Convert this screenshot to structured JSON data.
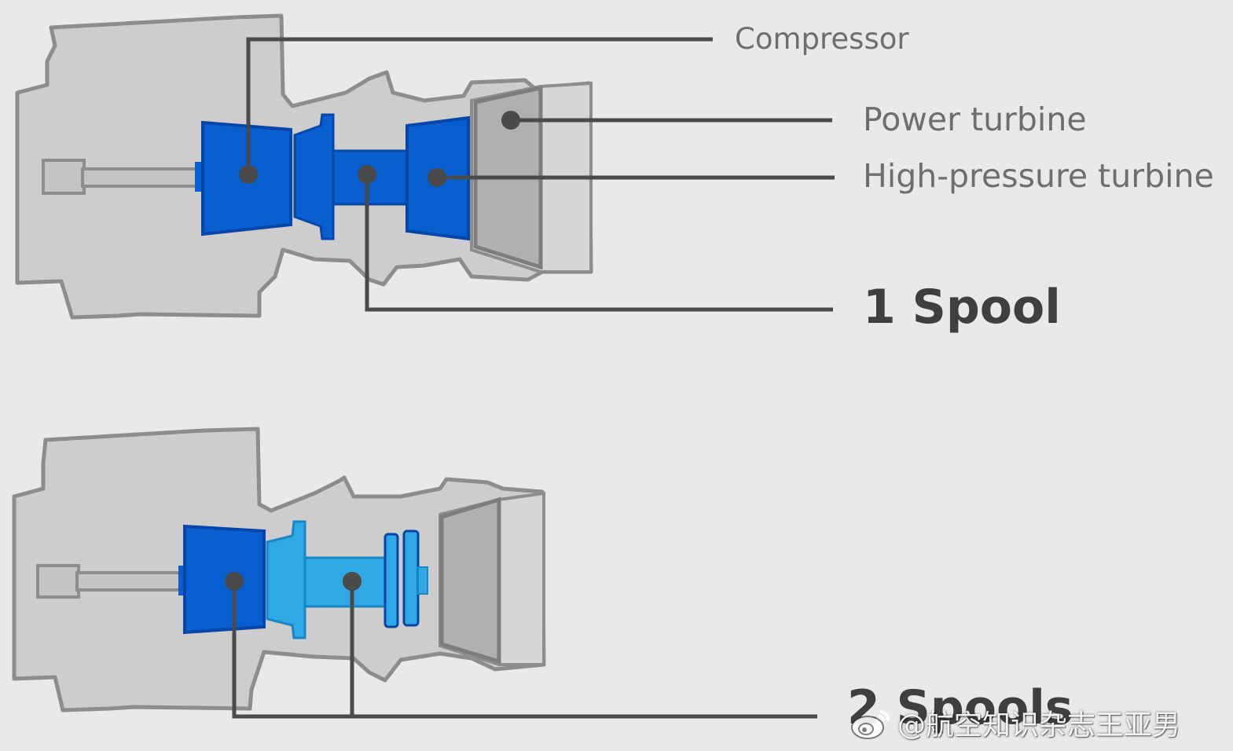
{
  "labels": {
    "compressor": "Compressor",
    "power_turbine": "Power turbine",
    "hp_turbine": "High-pressure turbine",
    "spool1": "1 Spool",
    "spool2": "2 Spools"
  },
  "watermark": {
    "text": "@航空知识杂志王亚男",
    "logo": "weibo-logo-icon"
  },
  "colors": {
    "background": "#e9e9e9",
    "casing": "#cdcdcd",
    "casing_outline": "#8d8d8d",
    "spool_dark_blue": "#0a5fd0",
    "spool_light_blue": "#2fa8e6",
    "leader_line": "#4a4a4a",
    "label_text": "#6e6e6e"
  }
}
